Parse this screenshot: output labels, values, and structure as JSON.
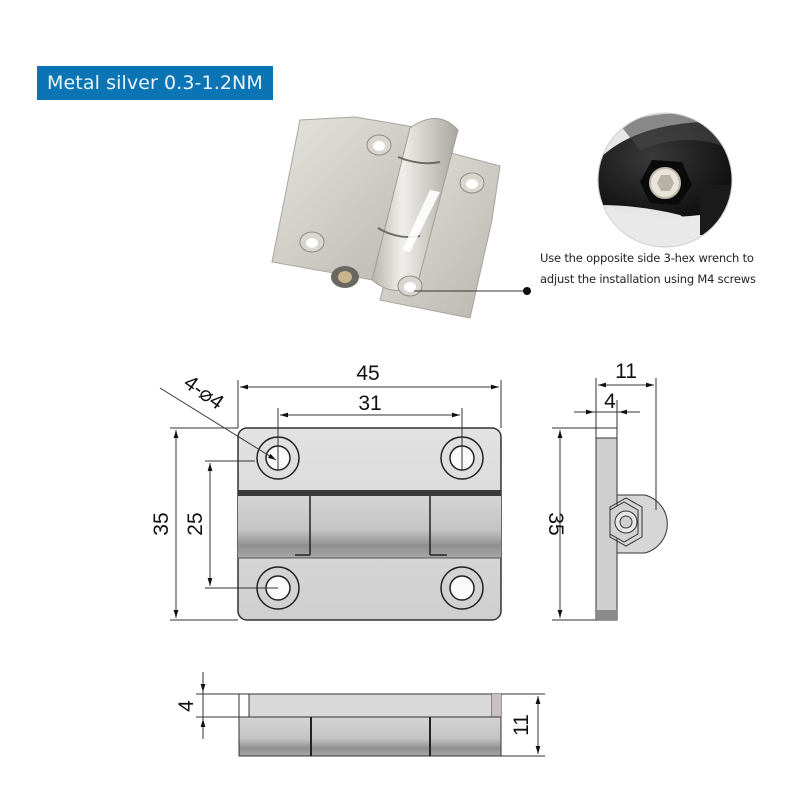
{
  "badge": {
    "label": "Metal silver 0.3-1.2NM",
    "color": "#0b74b5"
  },
  "callout": {
    "line1": "Use the opposite side 3-hex wrench to",
    "line2": "adjust the installation using M4 screws"
  },
  "front_view": {
    "width_overall": "45",
    "hole_spacing_horizontal": "31",
    "hole_spec": "4-⌀4",
    "height_overall": "35",
    "hole_spacing_vertical": "25"
  },
  "side_view": {
    "depth_overall": "11",
    "plate_thickness": "4",
    "height": "35"
  },
  "bottom_view": {
    "plate_thickness": "4",
    "depth_overall": "11"
  }
}
